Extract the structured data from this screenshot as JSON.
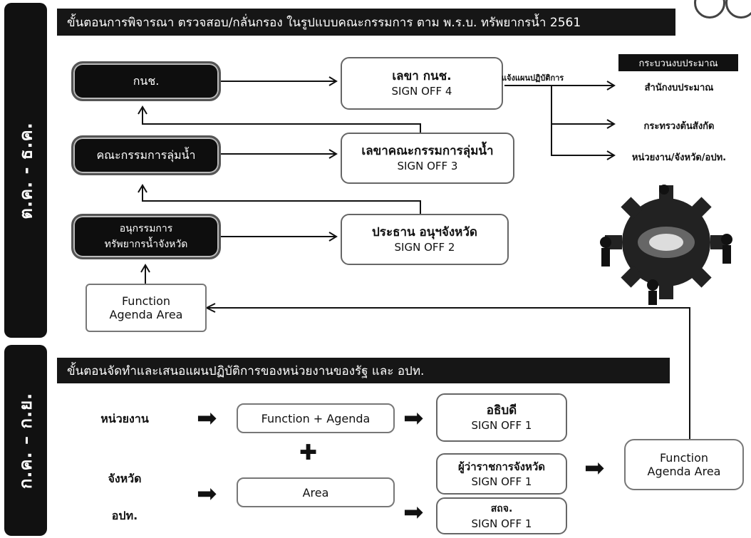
{
  "left_labels": {
    "top": "ต.ค. - ธ.ค.",
    "bottom": "ก.ค. – ก.ย."
  },
  "top_band_title": "ขั้นตอนการพิจารณา ตรวจสอบ/กลั่นกรอง ในรูปแบบคณะกรรมการ ตาม พ.ร.บ. ทรัพยากรน้ำ 2561",
  "bottom_band_title": "ขั้นตอนจัดทำและเสนอแผนปฏิบัติการของหน่วยงานของรัฐ และ อปท.",
  "committees": {
    "knch": "กนช.",
    "basin": "คณะกรรมการลุ่มน้ำ",
    "sub_line1": "อนุกรรมการ",
    "sub_line2": "ทรัพยากรน้ำจังหวัด"
  },
  "signoffs": {
    "so4_title": "เลขา กนช.",
    "so4_sub": "SIGN OFF 4",
    "so3_title": "เลขาคณะกรรมการลุ่มน้ำ",
    "so3_sub": "SIGN OFF 3",
    "so2_title": "ประธาน อนุฯจังหวัด",
    "so2_sub": "SIGN OFF 2"
  },
  "notify_label": "แจ้งแผนปฏิบัติการ",
  "budget": {
    "header": "กระบวนงบประมาณ",
    "items": [
      "สำนักงบประมาณ",
      "กระทรวงต้นสังกัด",
      "หน่วยงาน/จังหวัด/อปท."
    ]
  },
  "function_agenda_top": {
    "line1": "Function",
    "line2": "Agenda Area"
  },
  "bottom": {
    "agency": "หน่วยงาน",
    "province": "จังหวัด",
    "lao": "อปท.",
    "function_agenda": "Function + Agenda",
    "area": "Area",
    "plus": "✚",
    "arrow": "➡",
    "director": "อธิบดี",
    "director_sub": "SIGN OFF 1",
    "governor": "ผู้ว่าราชการจังหวัด",
    "governor_sub": "SIGN OFF 1",
    "sthj": "สถจ.",
    "sthj_sub": "SIGN OFF 1",
    "fa_line1": "Function",
    "fa_line2": "Agenda Area"
  }
}
